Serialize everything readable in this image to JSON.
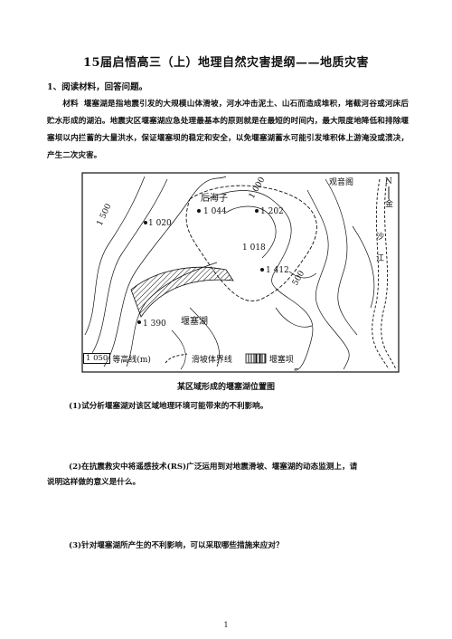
{
  "title": "15届启悟高三（上）地理自然灾害提纲——地质灾害",
  "question_intro": "1、阅读材料，回答问题。",
  "material": {
    "label": "材料",
    "text": "堰塞湖是指地震引发的大规模山体滑坡，河水冲击泥土、山石而造成堆积，堵截河谷或河床后贮水形成的湖泊。地震灾区堰塞湖应急处理最基本的原则就是在最短的时间内，最大限度地降低和排除堰塞坝以内拦蓄的大量洪水，保证堰塞坝的稳定和安全，以免堰塞湖蓄水可能引发堆积体上游淹没或溃决，产生二次灾害。"
  },
  "map": {
    "labels": {
      "houhaizi": "后海子",
      "guanyinge": "观音阁",
      "north": "N",
      "river": [
        "金",
        "沙",
        "江"
      ],
      "lake": "堰塞湖"
    },
    "contours": [
      "1 500",
      "1 000",
      "500"
    ],
    "elevation_points": [
      "1 044",
      "1 202",
      "1 020",
      "1 018",
      "1 412",
      "1 390"
    ]
  },
  "legend": {
    "contour_value": "1 050",
    "contour_label": "等高线(m)",
    "landslide_label": "滑坡体界线",
    "dam_label": "堰塞坝"
  },
  "caption": "某区域形成的堰塞湖位置图",
  "questions": {
    "q1": "(1)试分析堰塞湖对该区域地理环境可能带来的不利影响。",
    "q2_line1": "(2)在抗震救灾中将遥感技术(RS)广泛运用到对地震滑坡、堰塞湖的动态监测上，请",
    "q2_line2": "说明这样做的意义是什么。",
    "q3": "(3)针对堰塞湖所产生的不利影响，可以采取哪些措施来应对？"
  },
  "page_number": "1"
}
